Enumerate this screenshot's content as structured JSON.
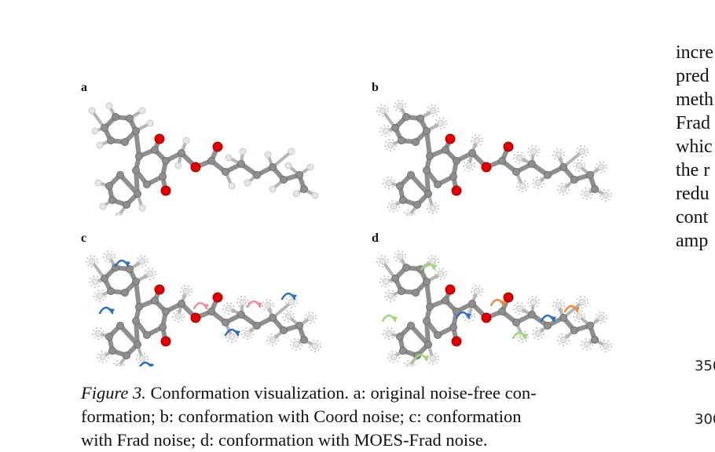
{
  "figure": {
    "panels": [
      {
        "id": "a",
        "label": "a",
        "noise": "none"
      },
      {
        "id": "b",
        "label": "b",
        "noise": "coord"
      },
      {
        "id": "c",
        "label": "c",
        "noise": "frad"
      },
      {
        "id": "d",
        "label": "d",
        "noise": "moes-frad"
      }
    ],
    "colors": {
      "carbon": "#8f8f8f",
      "hydrogen": "#e6e6e6",
      "oxygen": "#e00000",
      "coord_noise": "#bdbdbd",
      "torsion_blue": "#2a6fc4",
      "torsion_pink": "#f28a9a",
      "torsion_orange": "#f0893a",
      "torsion_green": "#9fd67a"
    }
  },
  "caption": {
    "label": "Figure 3.",
    "line1_rest": " Conformation visualization. a: original noise-free con-",
    "line2": "formation; b: conformation with Coord noise; c: conformation",
    "line3": "with Frad noise; d: conformation with MOES-Frad noise."
  },
  "right_column": {
    "lines": [
      "incre",
      "pred",
      "meth",
      "Frad",
      "whic",
      "the r",
      "redu",
      "cont",
      "amp"
    ]
  },
  "axis_ticks": {
    "t1": "350",
    "t2": "300"
  }
}
